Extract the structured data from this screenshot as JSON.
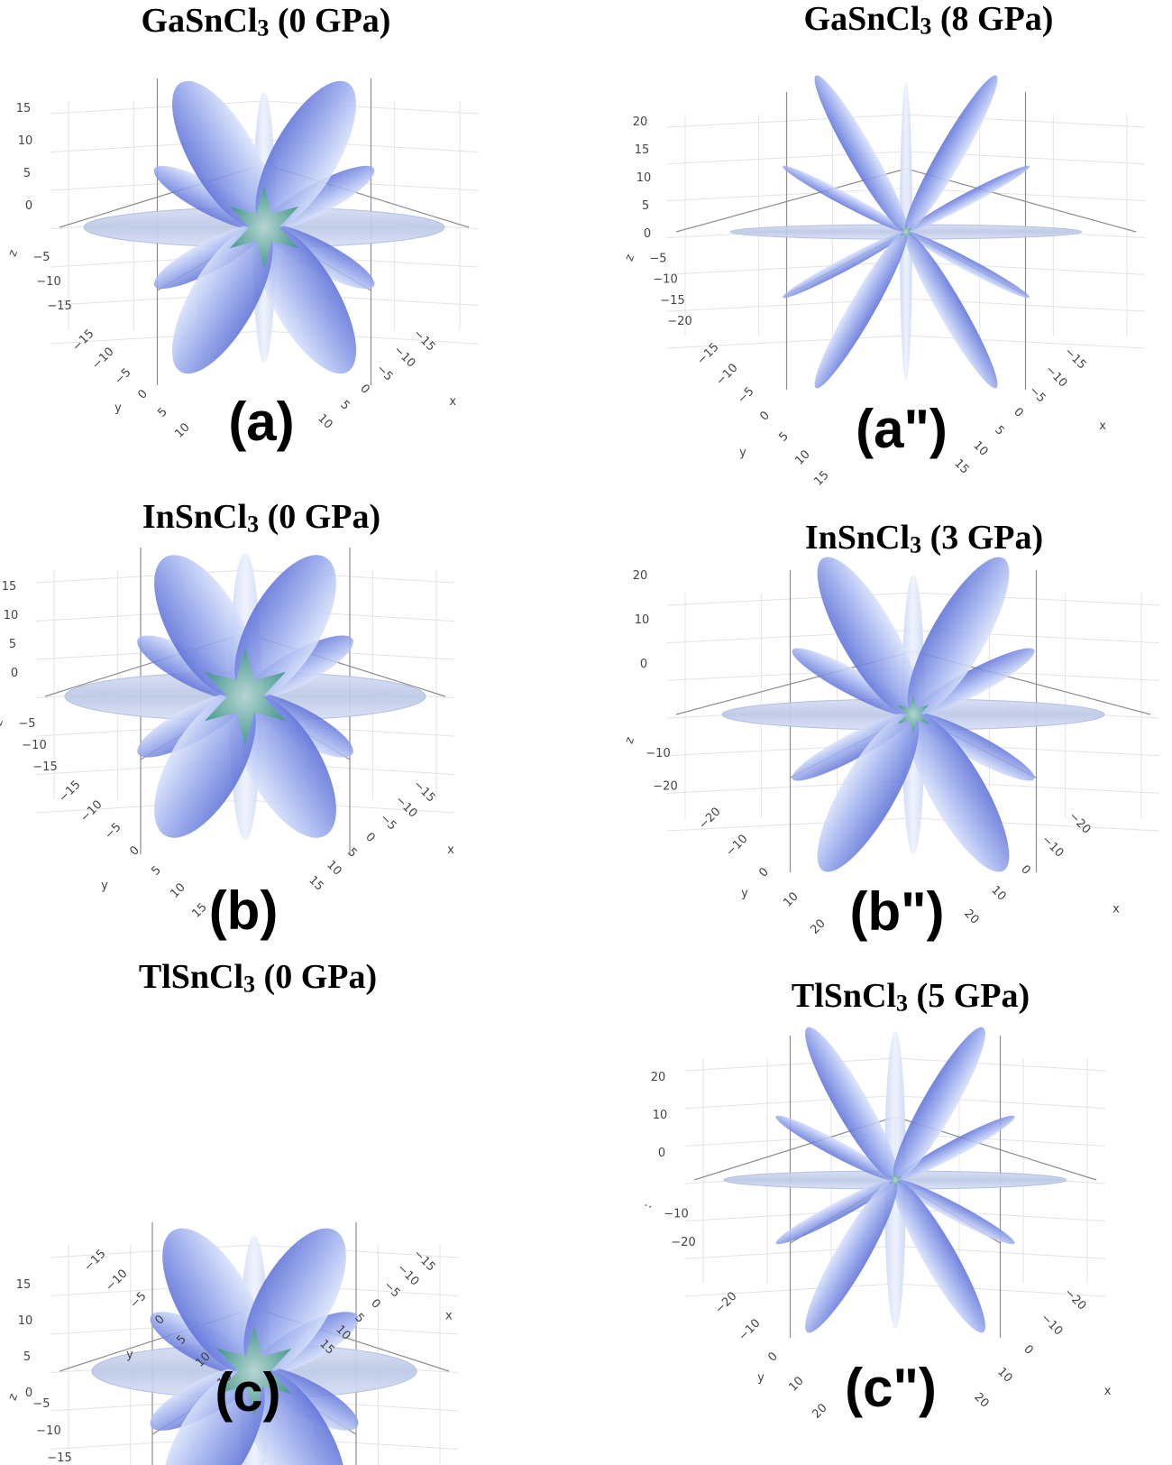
{
  "figure": {
    "panels": [
      {
        "id": "a",
        "title": {
          "formula": "GaSnCl",
          "subscript": "3",
          "condition": "(0 GPa)"
        },
        "label": "(a)",
        "axes": {
          "z_name": "z",
          "y_name": "y",
          "x_name": "x",
          "z_ticks": [
            "15",
            "10",
            "5",
            "0",
            "−15"
          ],
          "z_ticks_neg": [
            "−5",
            "−10"
          ],
          "y_ticks": [
            "−15",
            "−10",
            "−5",
            "0",
            "5",
            "10"
          ],
          "x_ticks": [
            "−15",
            "−10",
            "−5",
            "0",
            "5",
            "10"
          ]
        }
      },
      {
        "id": "a2",
        "title": {
          "formula": "GaSnCl",
          "subscript": "3",
          "condition": "(8 GPa)"
        },
        "label": "(a\")",
        "axes": {
          "z_name": "z",
          "y_name": "y",
          "x_name": "x",
          "z_ticks": [
            "20",
            "15",
            "10",
            "5",
            "0"
          ],
          "z_ticks_neg": [
            "−5",
            "−10",
            "−15",
            "−20"
          ],
          "y_ticks": [
            "−15",
            "−10",
            "−5",
            "0",
            "5",
            "10",
            "15"
          ],
          "x_ticks": [
            "−15",
            "−10",
            "−5",
            "0",
            "5",
            "10",
            "15"
          ]
        }
      },
      {
        "id": "b",
        "title": {
          "formula": "InSnCl",
          "subscript": "3",
          "condition": "(0 GPa)"
        },
        "label": "(b)",
        "axes": {
          "z_name": "z",
          "y_name": "y",
          "x_name": "x",
          "z_ticks": [
            "15",
            "10",
            "5",
            "0",
            "−15"
          ],
          "z_ticks_neg": [
            "−5",
            "−10"
          ],
          "y_ticks": [
            "−15",
            "−10",
            "−5",
            "0",
            "5",
            "10",
            "15"
          ],
          "x_ticks": [
            "−15",
            "−10",
            "−5",
            "0",
            "5",
            "10",
            "15"
          ]
        }
      },
      {
        "id": "b2",
        "title": {
          "formula": "InSnCl",
          "subscript": "3",
          "condition": "(3 GPa)"
        },
        "label": "(b\")",
        "axes": {
          "z_name": "z",
          "y_name": "y",
          "x_name": "x",
          "z_ticks": [
            "20",
            "10",
            "0"
          ],
          "z_ticks_neg": [
            "−10",
            "−20"
          ],
          "y_ticks": [
            "−20",
            "−10",
            "0",
            "10",
            "20"
          ],
          "x_ticks": [
            "−20",
            "−10",
            "0",
            "10",
            "20"
          ]
        }
      },
      {
        "id": "c",
        "title": {
          "formula": "TlSnCl",
          "subscript": "3",
          "condition": "(0 GPa)"
        },
        "label": "(c)",
        "axes": {
          "z_name": "z",
          "y_name": "y",
          "x_name": "x",
          "z_ticks": [
            "15",
            "10",
            "5",
            "0",
            "−15"
          ],
          "z_ticks_neg": [
            "−5",
            "−10"
          ],
          "y_ticks": [
            "−15",
            "−10",
            "−5",
            "0",
            "5",
            "10",
            "15"
          ],
          "x_ticks": [
            "−15",
            "−10",
            "−5",
            "0",
            "5",
            "10",
            "15"
          ]
        }
      },
      {
        "id": "c2",
        "title": {
          "formula": "TlSnCl",
          "subscript": "3",
          "condition": "(5 GPa)"
        },
        "label": "(c\")",
        "axes": {
          "z_name": ":",
          "y_name": "y",
          "x_name": "x",
          "z_ticks": [
            "20",
            "10",
            "0"
          ],
          "z_ticks_neg": [
            "−10",
            "−20"
          ],
          "y_ticks": [
            "−20",
            "−10",
            "0",
            "10",
            "20"
          ],
          "x_ticks": [
            "−20",
            "−10",
            "0",
            "10",
            "20"
          ]
        }
      }
    ],
    "colors": {
      "lobe_dark": "#5f72d8",
      "lobe_light": "#dbe4fb",
      "disc": "#bcc8e6",
      "core": "#2f8f7a",
      "core_light": "#b9d9d0",
      "grid": "#e3e3e3",
      "box_edge": "#8d8d8d",
      "tick_text": "#444444"
    }
  }
}
